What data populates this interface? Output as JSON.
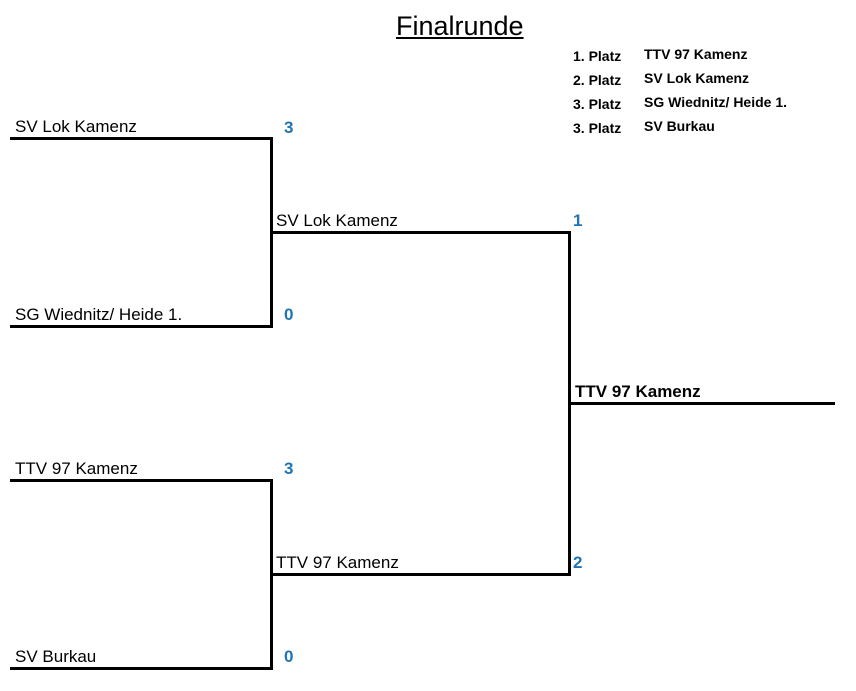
{
  "title": "Finalrunde",
  "ranking": [
    {
      "place": "1. Platz",
      "team": "TTV 97 Kamenz"
    },
    {
      "place": "2. Platz",
      "team": "SV Lok Kamenz"
    },
    {
      "place": "3. Platz",
      "team": "SG Wiednitz/ Heide 1."
    },
    {
      "place": "3. Platz",
      "team": "SV Burkau"
    }
  ],
  "semifinals": [
    {
      "team1": "SV Lok Kamenz",
      "score1": "3",
      "team2": "SG Wiednitz/ Heide 1.",
      "score2": "0",
      "winner": "SV Lok Kamenz"
    },
    {
      "team1": "TTV 97 Kamenz",
      "score1": "3",
      "team2": "SV Burkau",
      "score2": "0",
      "winner": "TTV 97 Kamenz"
    }
  ],
  "final": {
    "score1": "1",
    "score2": "2",
    "champion": "TTV 97 Kamenz"
  },
  "colors": {
    "score": "#1f74b5"
  }
}
